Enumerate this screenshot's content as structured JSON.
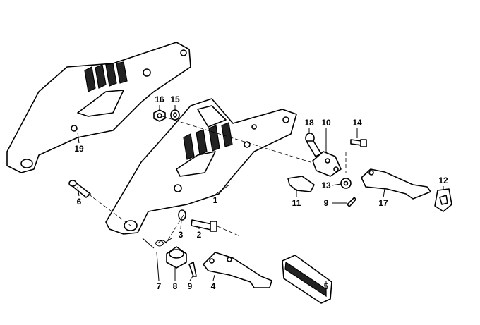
{
  "title": "Footrest bracket exploded parts diagram",
  "callouts": [
    "19",
    "16",
    "15",
    "18",
    "10",
    "14",
    "1",
    "6",
    "11",
    "13",
    "9",
    "17",
    "12",
    "3",
    "2",
    "7",
    "8",
    "9",
    "4",
    "5"
  ]
}
